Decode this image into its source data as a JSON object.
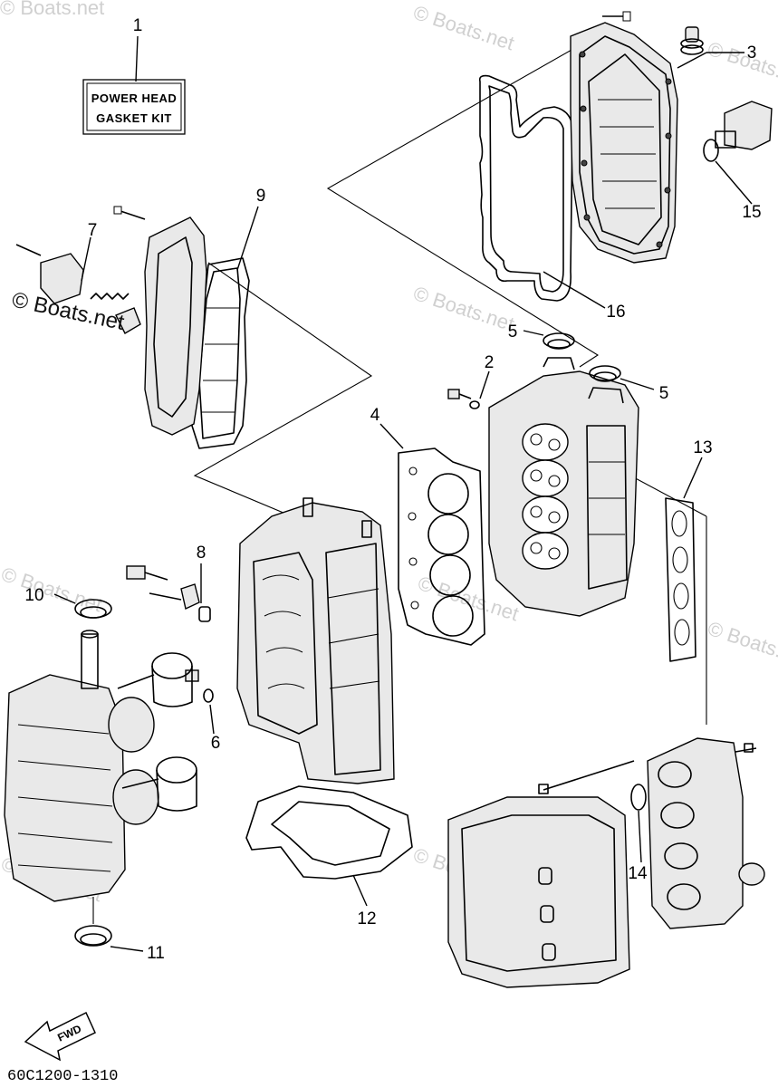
{
  "kit_label": {
    "line1": "POWER HEAD",
    "line2": "GASKET KIT"
  },
  "callouts": [
    "1",
    "2",
    "3",
    "4",
    "5",
    "5",
    "6",
    "7",
    "8",
    "9",
    "10",
    "11",
    "12",
    "13",
    "14",
    "15",
    "16"
  ],
  "watermarks": [
    "© Boats.net",
    "© Boats.net",
    "© Boats.net",
    "© Boats.net",
    "© Boats.net",
    "© Boats.net",
    "© Boats.net",
    "© Boats.net",
    "© Boats.net"
  ],
  "overlay_watermark": "© Boats.net",
  "fwd_label": "FWD",
  "diagram_code": "60C1200-1310"
}
